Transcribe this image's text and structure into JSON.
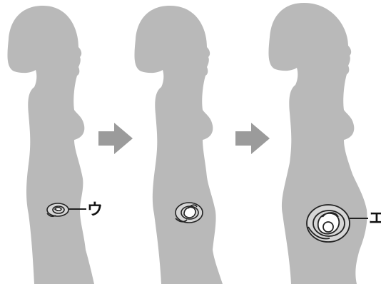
{
  "labels": {
    "first": "ウ",
    "last": "エ"
  },
  "colors": {
    "figure": "#b9b9b9",
    "arrow": "#9b9b9b",
    "line": "#222222",
    "background": "#ffffff"
  },
  "stages": [
    {
      "stage": "early",
      "fetus_size": "small"
    },
    {
      "stage": "middle",
      "fetus_size": "medium"
    },
    {
      "stage": "late",
      "fetus_size": "large"
    }
  ],
  "icons": [
    "progress-arrow-icon",
    "progress-arrow-icon"
  ]
}
